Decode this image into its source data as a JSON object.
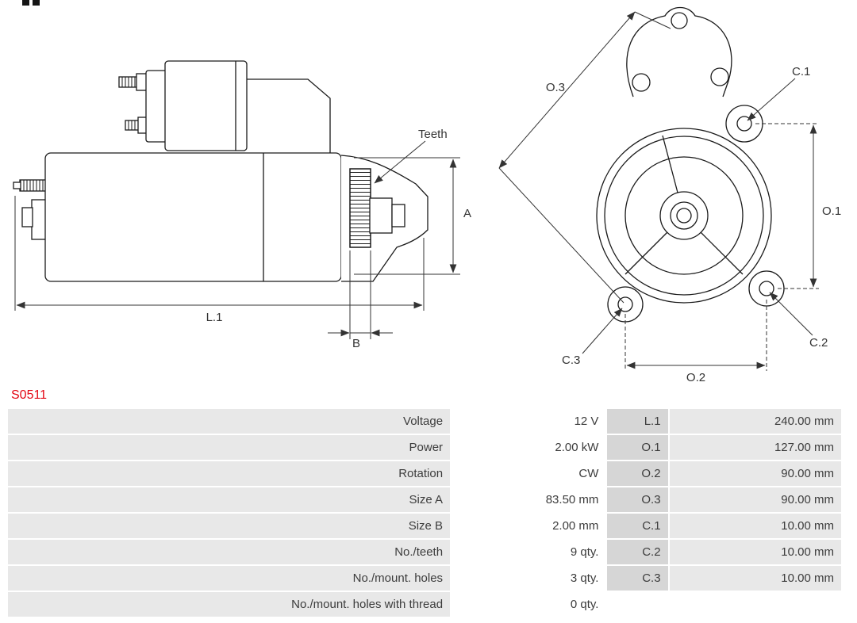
{
  "page": {
    "part_number": "S0511",
    "accent_red": "#e30613"
  },
  "diagram": {
    "labels": {
      "teeth": "Teeth",
      "a": "A",
      "b": "B",
      "l1": "L.1",
      "o1": "O.1",
      "o2": "O.2",
      "o3": "O.3",
      "c1": "C.1",
      "c2": "C.2",
      "c3": "C.3"
    }
  },
  "spec_table": {
    "rows": [
      {
        "label": "Voltage",
        "value": "12 V",
        "dim": "L.1",
        "dim_value": "240.00 mm"
      },
      {
        "label": "Power",
        "value": "2.00 kW",
        "dim": "O.1",
        "dim_value": "127.00 mm"
      },
      {
        "label": "Rotation",
        "value": "CW",
        "dim": "O.2",
        "dim_value": "90.00 mm"
      },
      {
        "label": "Size A",
        "value": "83.50 mm",
        "dim": "O.3",
        "dim_value": "90.00 mm"
      },
      {
        "label": "Size B",
        "value": "2.00 mm",
        "dim": "C.1",
        "dim_value": "10.00 mm"
      },
      {
        "label": "No./teeth",
        "value": "9 qty.",
        "dim": "C.2",
        "dim_value": "10.00 mm"
      },
      {
        "label": "No./mount. holes",
        "value": "3 qty.",
        "dim": "C.3",
        "dim_value": "10.00 mm"
      },
      {
        "label": "No./mount. holes with thread",
        "value": "0 qty.",
        "dim": "",
        "dim_value": ""
      }
    ]
  }
}
